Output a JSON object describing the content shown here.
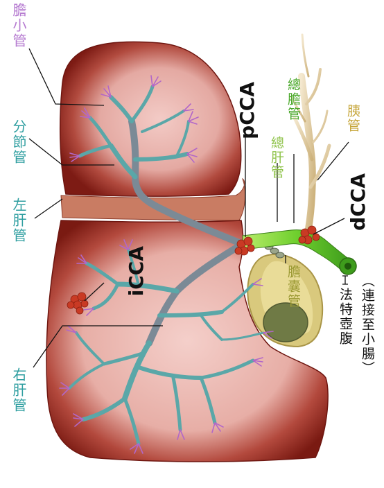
{
  "labels": {
    "bile_ductule": "膽小管",
    "segmental_duct": "分節管",
    "left_hepatic_duct": "左肝管",
    "right_hepatic_duct": "右肝管",
    "common_hepatic_duct": "總肝管",
    "common_bile_duct": "總膽管",
    "pancreatic_duct": "胰管",
    "cystic_duct": "膽囊管",
    "ampulla_line1": "法特壺腹",
    "ampulla_line2": "（連接至小腸）",
    "icca": "iCCA",
    "pcca": "pCCA",
    "dcca": "dCCA"
  },
  "colors": {
    "liver_dark": "#8a1f17",
    "liver_mid": "#b4483c",
    "liver_light": "#f1c6c1",
    "bile_duct_teal": "#5aa7a8",
    "ductule_purple": "#b267c8",
    "common_duct_green": "#7fd43a",
    "gallbladder_yellow": "#d7c67a",
    "gallbladder_olive": "#6f7a45",
    "pancreatic_tan": "#e8d5ae",
    "tumor_red": "#c93a24",
    "label_purple": "#b57ad0",
    "label_teal": "#2e9ea0",
    "label_green": "#6fbf3a",
    "label_olive": "#a49b2e",
    "label_gold": "#c6a63a"
  }
}
